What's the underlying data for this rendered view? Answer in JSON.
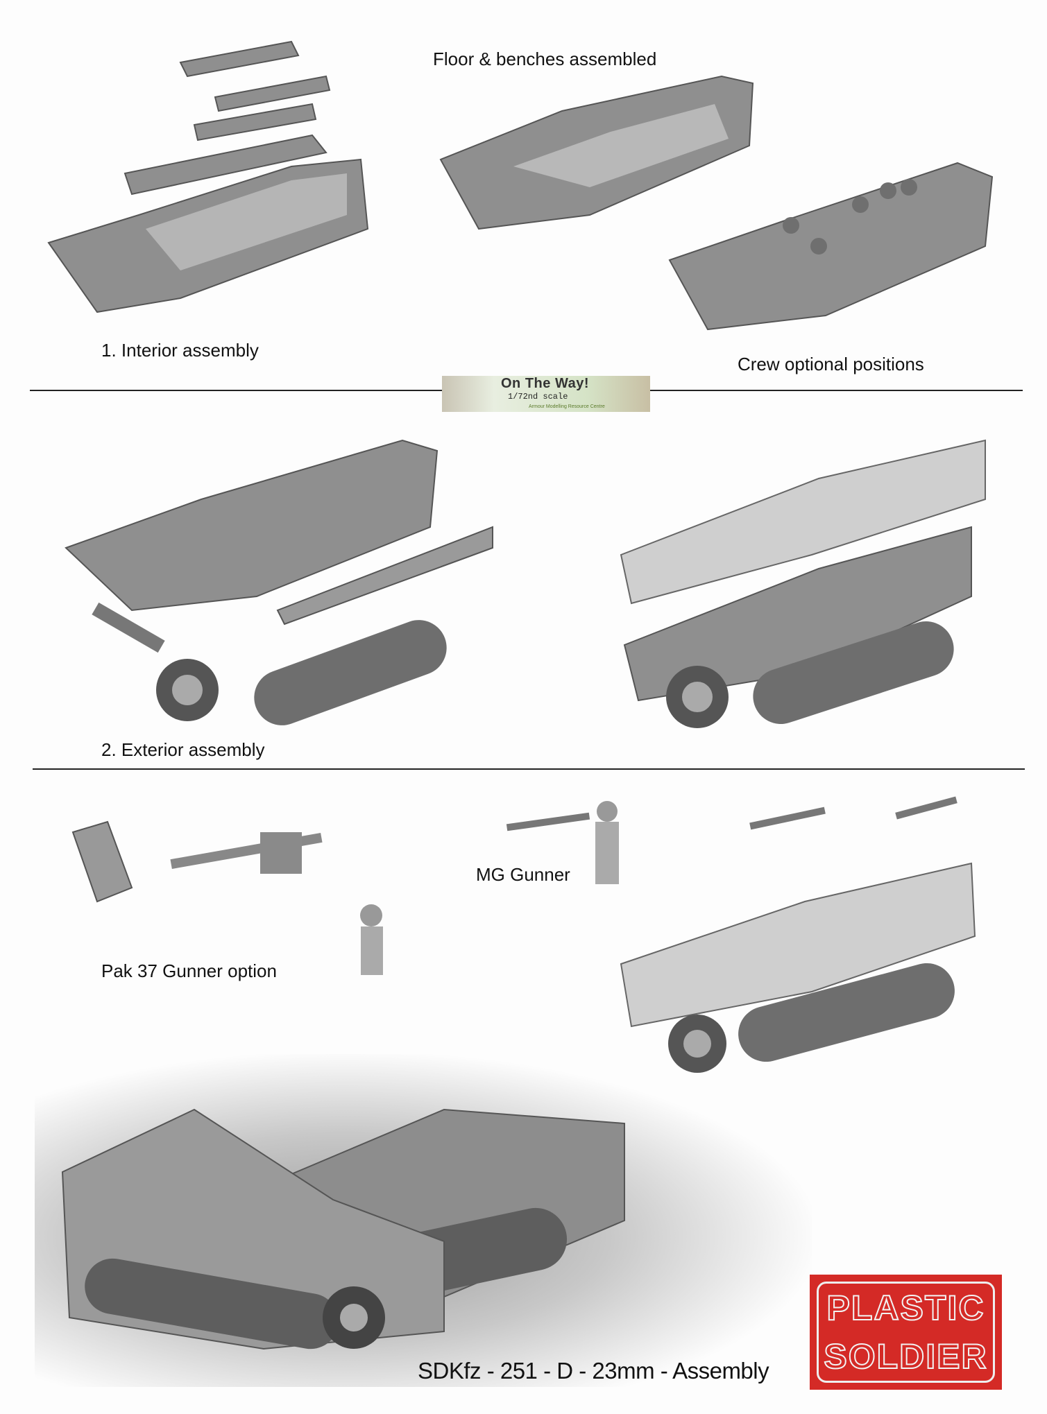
{
  "labels": {
    "floor_benches": "Floor & benches assembled",
    "interior": "1. Interior assembly",
    "crew_positions": "Crew optional positions",
    "exterior": "2. Exterior assembly",
    "mg_gunner": "MG Gunner",
    "pak_gunner": "Pak 37 Gunner option"
  },
  "banner": {
    "title": "On The Way!",
    "scale": "1/72nd scale",
    "subtitle": "Armour Modelling Resource Centre"
  },
  "footer": {
    "title": "SDKfz - 251 - D - 23mm - Assembly"
  },
  "logo": {
    "line1": "PLASTIC",
    "line2": "SOLDIER",
    "color": "#d42a26"
  }
}
